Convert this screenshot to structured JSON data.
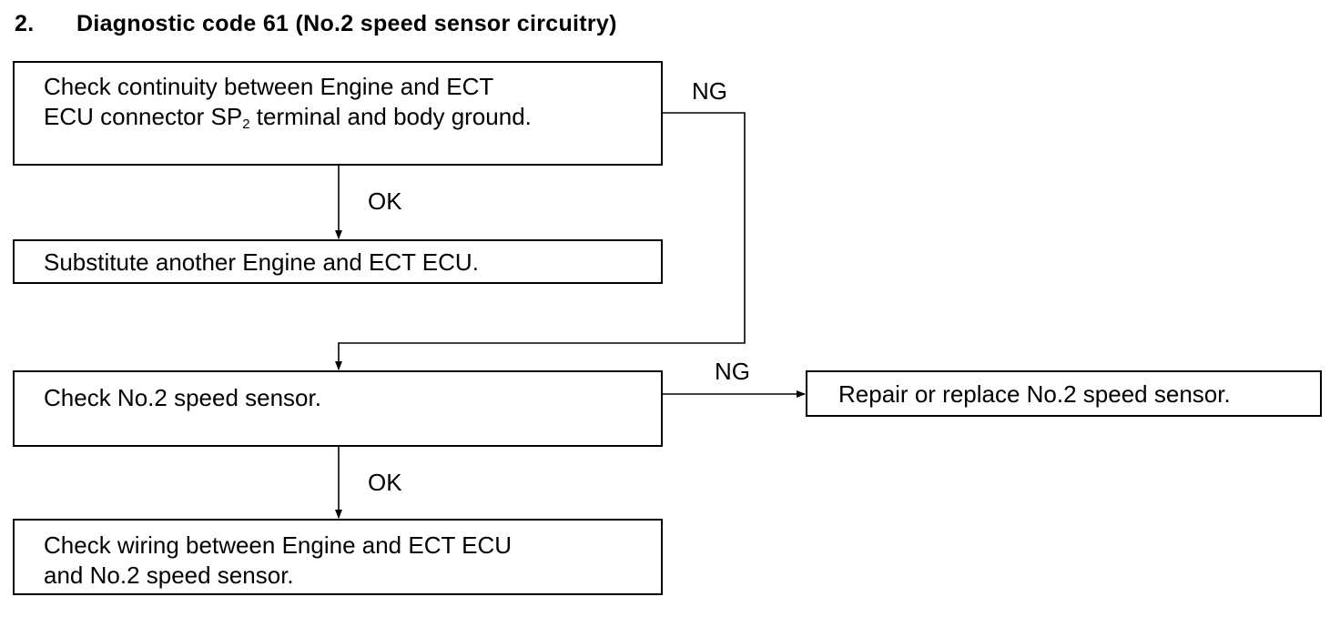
{
  "heading": {
    "number": "2.",
    "title": "Diagnostic code 61 (No.2 speed sensor circuitry)"
  },
  "boxes": {
    "check_continuity": {
      "line1": "Check continuity between Engine and ECT",
      "line2_prefix": "ECU connector SP",
      "line2_sub": "2",
      "line2_suffix": " terminal and body ground."
    },
    "substitute_ecu": "Substitute another Engine and ECT ECU.",
    "check_sensor": "Check No.2 speed sensor.",
    "repair_sensor": "Repair or replace No.2 speed sensor.",
    "check_wiring": {
      "line1": "Check wiring between Engine and ECT ECU",
      "line2": "and No.2 speed sensor."
    }
  },
  "labels": {
    "ng_1": "NG",
    "ok_1": "OK",
    "ng_2": "NG",
    "ok_2": "OK"
  },
  "colors": {
    "line": "#000000",
    "background": "#ffffff"
  }
}
